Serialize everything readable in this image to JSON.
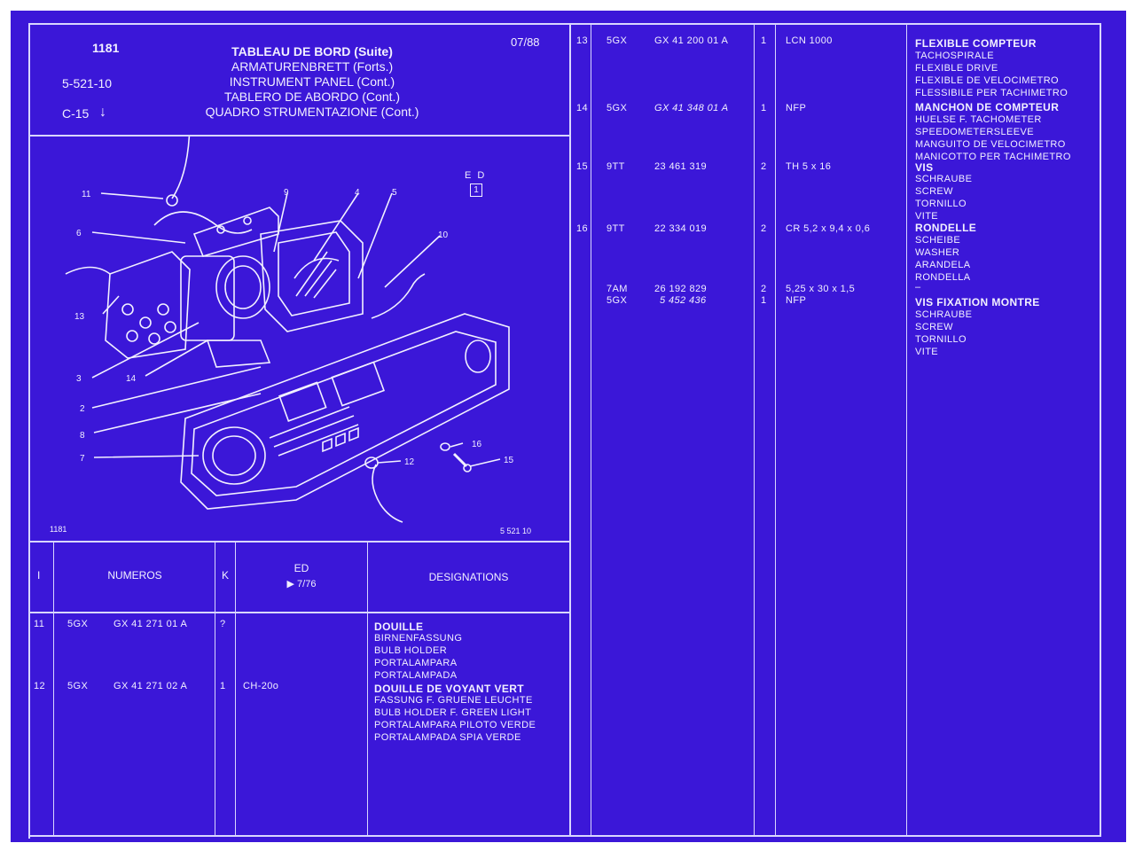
{
  "header": {
    "ref": "1181",
    "code": "5-521-10",
    "page": "C-15",
    "arrow": "↓",
    "date": "07/88",
    "titles": [
      "TABLEAU DE BORD (Suite)",
      "ARMATURENBRETT (Forts.)",
      "INSTRUMENT PANEL (Cont.)",
      "TABLERO DE ABORDO (Cont.)",
      "QUADRO STRUMENTAZIONE (Cont.)"
    ]
  },
  "diagram": {
    "ed_label": "E D",
    "ed_value": "1",
    "footer_left": "1181",
    "footer_right": "5 521 10",
    "callouts": [
      "11",
      "9",
      "4",
      "5",
      "6",
      "10",
      "13",
      "3",
      "14",
      "2",
      "8",
      "7",
      "12",
      "16",
      "15"
    ]
  },
  "table_header": {
    "col_index": "I",
    "col_numeros": "NUMEROS",
    "col_k": "K",
    "col_ed": "ED",
    "col_ed_sub": "▶ 7/76",
    "col_designations": "DESIGNATIONS"
  },
  "left_rows": [
    {
      "idx": "11",
      "pre": "5GX",
      "num": "GX 41 271 01 A",
      "k": "?",
      "ed": "",
      "title": "DOUILLE",
      "lines": [
        "BIRNENFASSUNG",
        "BULB HOLDER",
        "PORTALAMPARA",
        "PORTALAMPADA"
      ]
    },
    {
      "idx": "12",
      "pre": "5GX",
      "num": "GX 41 271 02 A",
      "k": "1",
      "ed": "CH-20o",
      "title": "DOUILLE DE VOYANT VERT",
      "lines": [
        "FASSUNG F. GRUENE LEUCHTE",
        "BULB HOLDER F. GREEN LIGHT",
        "PORTALAMPARA PILOTO VERDE",
        "PORTALAMPADA SPIA VERDE"
      ]
    }
  ],
  "right_rows": [
    {
      "idx": "13",
      "pre": "5GX",
      "num": "GX 41 200 01 A",
      "k": "1",
      "ed": "LCN 1000",
      "title": "FLEXIBLE COMPTEUR",
      "lines": [
        "TACHOSPIRALE",
        "FLEXIBLE DRIVE",
        "FLEXIBLE DE VELOCIMETRO",
        "FLESSIBILE PER TACHIMETRO"
      ]
    },
    {
      "idx": "14",
      "pre": "5GX",
      "num": "GX 41 348 01 A",
      "k": "1",
      "ed": "NFP",
      "title": "MANCHON DE COMPTEUR",
      "lines": [
        "HUELSE F. TACHOMETER",
        "SPEEDOMETERSLEEVE",
        "MANGUITO DE VELOCIMETRO",
        "MANICOTTO PER TACHIMETRO"
      ]
    },
    {
      "idx": "15",
      "pre": "9TT",
      "num": "23 461 319",
      "k": "2",
      "ed": "TH 5 x 16",
      "title": "VIS",
      "lines": [
        "SCHRAUBE",
        "SCREW",
        "TORNILLO",
        "VITE"
      ]
    },
    {
      "idx": "16",
      "pre": "9TT",
      "num": "22 334 019",
      "k": "2",
      "ed": "CR 5,2 x 9,4 x 0,6",
      "title": "RONDELLE",
      "lines": [
        "SCHEIBE",
        "WASHER",
        "ARANDELA",
        "RONDELLA",
        "–"
      ]
    },
    {
      "idx": "",
      "pre": "7AM",
      "pre2": "5GX",
      "num": "26 192 829",
      "num2": "5 452 436",
      "k": "2",
      "k2": "1",
      "ed": "5,25 x 30 x 1,5",
      "ed2": "NFP",
      "title": "VIS FIXATION MONTRE",
      "lines": [
        "SCHRAUBE",
        "SCREW",
        "TORNILLO",
        "VITE"
      ]
    }
  ],
  "colors": {
    "sheet": "#3b17d8",
    "ink": "#f2f0ff",
    "rule": "#d9d6ff"
  }
}
